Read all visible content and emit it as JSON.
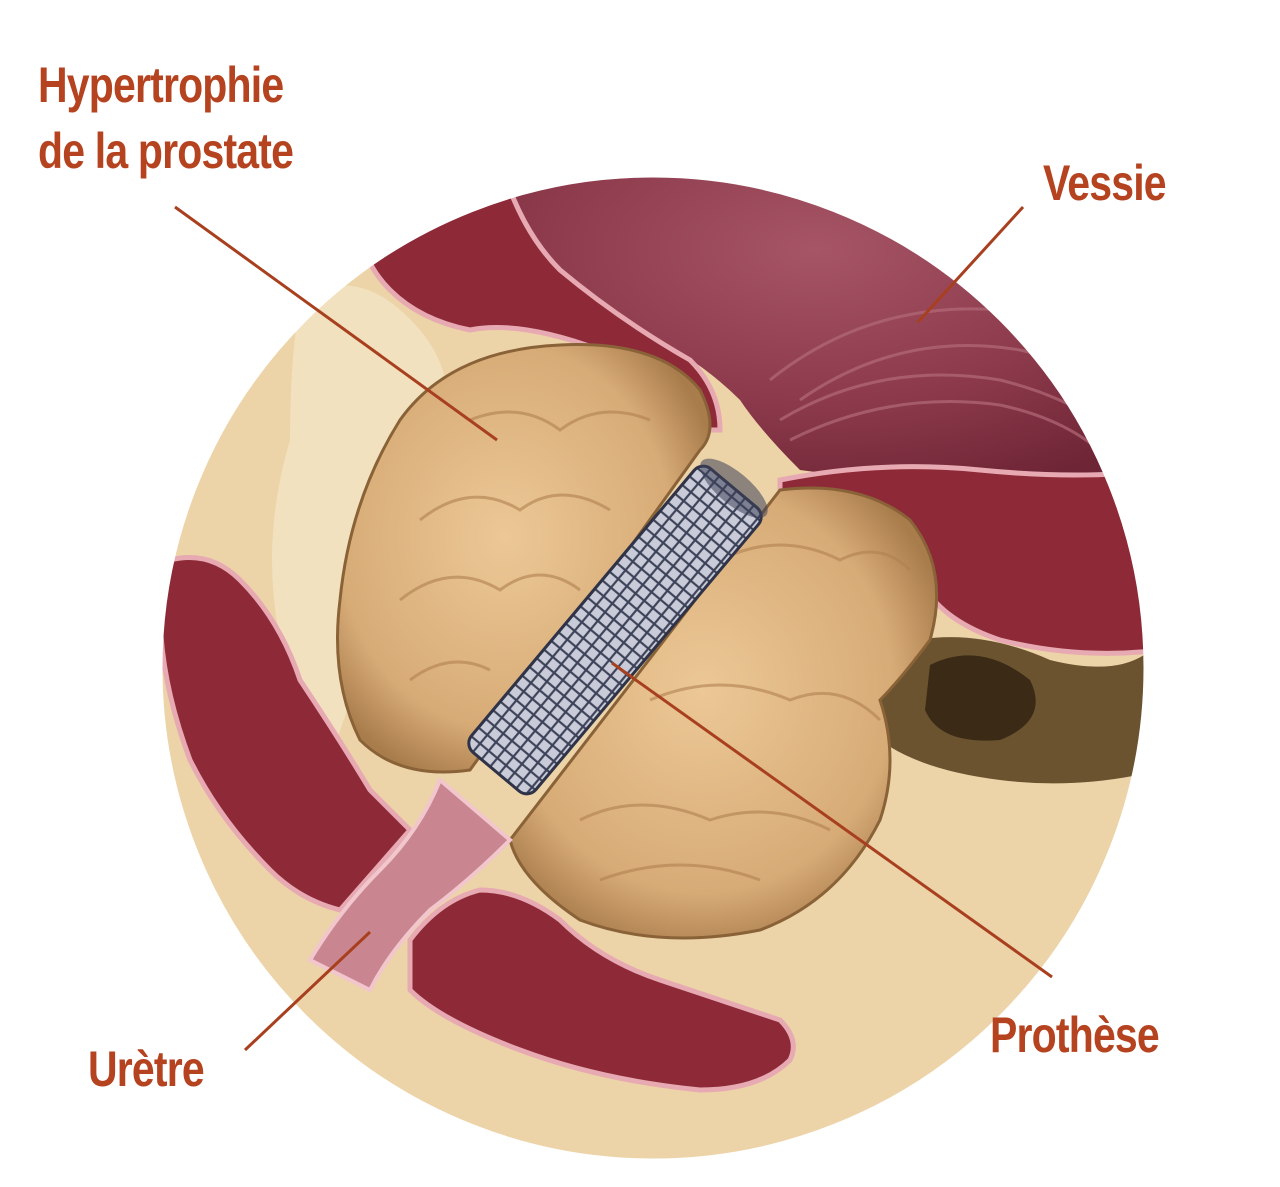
{
  "labels": {
    "hypertrophy_line1": "Hypertrophie",
    "hypertrophy_line2": "de la prostate",
    "bladder": "Vessie",
    "stent": "Prothèse",
    "urethra": "Urètre"
  },
  "colors": {
    "label_text": "#b5431f",
    "leader_line": "#a8401f",
    "background_tissue": "#edd3a8",
    "muscle": "#8e2a38",
    "bladder_lumen": "#92404f",
    "prostate": "#dcb27f",
    "stent_mesh": "#4a4f66"
  }
}
